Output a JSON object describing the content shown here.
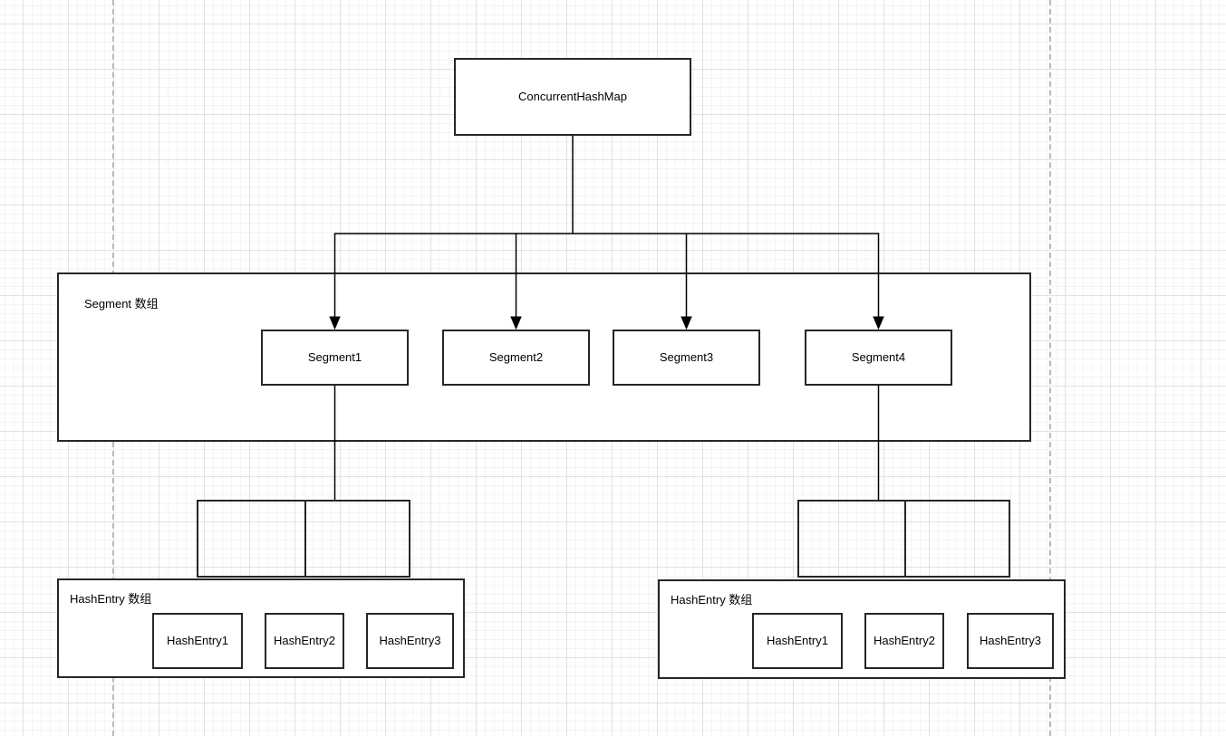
{
  "diagram": {
    "root_label": "ConcurrentHashMap",
    "segment_group": {
      "label": "Segment 数组",
      "segments": [
        {
          "label": "Segment1"
        },
        {
          "label": "Segment2"
        },
        {
          "label": "Segment3"
        },
        {
          "label": "Segment4"
        }
      ]
    },
    "hashentry_groups": [
      {
        "label": "HashEntry 数组",
        "entries": [
          {
            "label": "HashEntry1"
          },
          {
            "label": "HashEntry2"
          },
          {
            "label": "HashEntry3"
          }
        ]
      },
      {
        "label": "HashEntry 数组",
        "entries": [
          {
            "label": "HashEntry1"
          },
          {
            "label": "HashEntry2"
          },
          {
            "label": "HashEntry3"
          }
        ]
      }
    ]
  },
  "colors": {
    "canvas_background": "#ffffff",
    "node_fill": "#ffffff",
    "stroke": "#262626",
    "connector": "#000000",
    "grid_minor": "#f4f4f4",
    "grid_major": "#e2e2e2",
    "page_guide": "#b8b8b8"
  }
}
